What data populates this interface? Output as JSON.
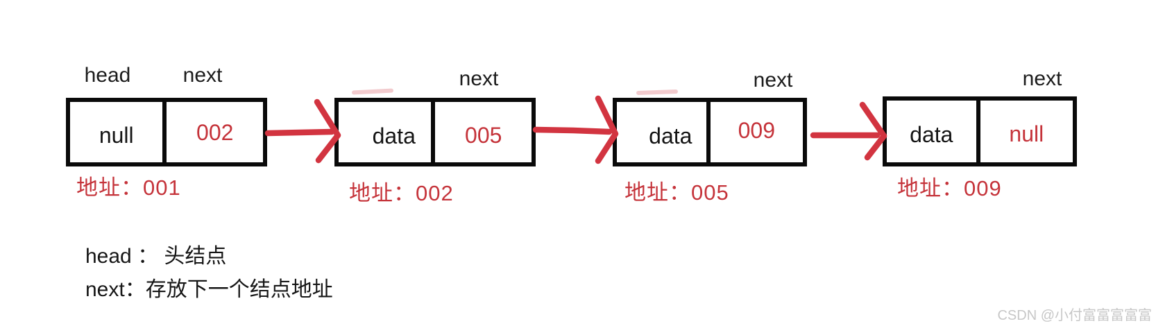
{
  "colors": {
    "background": "#ffffff",
    "box_border_black": "#0a0a0a",
    "text_black": "#161616",
    "accent_red": "#c5333a",
    "arrow_red": "#d23440",
    "watermark_gray": "#c7c7c7"
  },
  "diagram": {
    "nodes": [
      {
        "data_label": "head",
        "next_label": "next",
        "data_value": "null",
        "next_value": "002",
        "address": "地址：001"
      },
      {
        "next_label": "next",
        "data_value": "data",
        "next_value": "005",
        "address": "地址：002"
      },
      {
        "next_label": "next",
        "data_value": "data",
        "next_value": "009",
        "address": "地址：005"
      },
      {
        "next_label": "next",
        "data_value": "data",
        "next_value": "null",
        "address": "地址：009"
      }
    ],
    "legend": {
      "line1": "head ： 头结点",
      "line2": "next：存放下一个结点地址"
    },
    "watermark": "CSDN @小付富富富富富"
  }
}
